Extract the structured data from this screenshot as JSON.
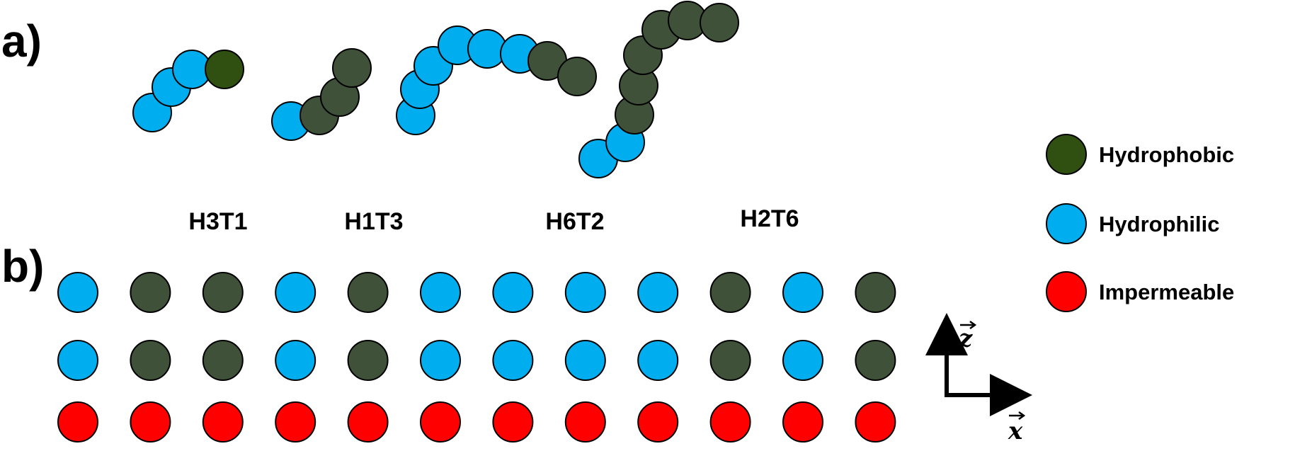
{
  "colors": {
    "hydrophobic": "#3f5139",
    "hydrophobic_legend": "#2f5010",
    "hydrophobic_h3t1_tail": "#2f5010",
    "hydrophilic": "#00aeef",
    "impermeable": "#ff0000",
    "outline": "#000000"
  },
  "panels": {
    "a_label": "a)",
    "b_label": "b)"
  },
  "molecules": [
    {
      "label": "H3T1",
      "sequence": [
        "H",
        "H",
        "H",
        "T"
      ]
    },
    {
      "label": "H1T3",
      "sequence": [
        "H",
        "T",
        "T",
        "T"
      ]
    },
    {
      "label": "H6T2",
      "sequence": [
        "H",
        "H",
        "H",
        "H",
        "H",
        "H",
        "T",
        "T"
      ]
    },
    {
      "label": "H2T6",
      "sequence": [
        "H",
        "H",
        "T",
        "T",
        "T",
        "T",
        "T",
        "T"
      ]
    }
  ],
  "legend": [
    {
      "type": "hydrophobic",
      "label": "Hydrophobic"
    },
    {
      "type": "hydrophilic",
      "label": "Hydrophilic"
    },
    {
      "type": "impermeable",
      "label": "Impermeable"
    }
  ],
  "surface": {
    "top_row": [
      "H",
      "T",
      "T",
      "H",
      "T",
      "H",
      "H",
      "H",
      "H",
      "T",
      "H",
      "T"
    ],
    "middle_row": [
      "H",
      "T",
      "T",
      "H",
      "T",
      "H",
      "H",
      "H",
      "H",
      "T",
      "H",
      "T"
    ],
    "bottom_row": [
      "I",
      "I",
      "I",
      "I",
      "I",
      "I",
      "I",
      "I",
      "I",
      "I",
      "I",
      "I"
    ]
  },
  "axes": {
    "z_label": "z",
    "x_label": "x"
  }
}
